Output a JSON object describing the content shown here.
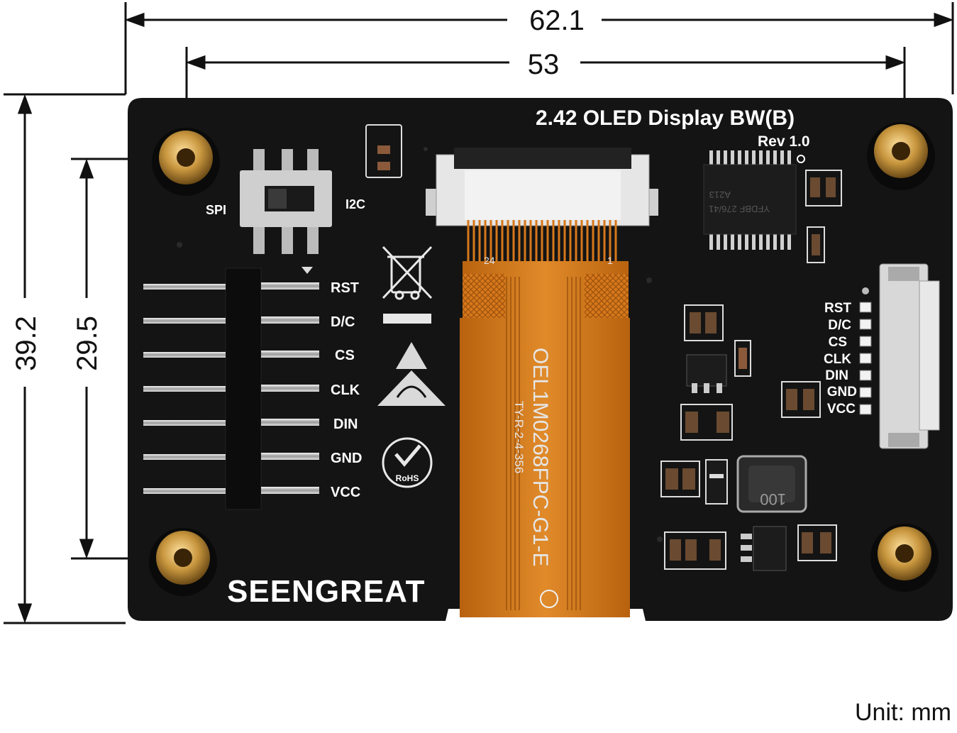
{
  "dimensions": {
    "overall_width": "62.1",
    "hole_spacing_x": "53",
    "overall_height": "39.2",
    "hole_spacing_y": "29.5",
    "unit_note": "Unit: mm"
  },
  "board": {
    "title": "2.42 OLED Display BW(B)",
    "revision": "Rev 1.0",
    "brand": "SEENGREAT",
    "switch_left_label": "SPI",
    "switch_right_label": "I2C",
    "fpc_text": "OEL1M0268FPC-G1-E",
    "fpc_subtext": "TY-R-2-4-356",
    "fpc_num_left": "24",
    "fpc_num_right": "1",
    "rohs_label": "RoHS",
    "ic_marking_1": "A213",
    "ic_marking_2": "YFDBF 276/41",
    "inductor_marking": "100",
    "left_pins": [
      "RST",
      "D/C",
      "CS",
      "CLK",
      "DIN",
      "GND",
      "VCC"
    ],
    "right_pins": [
      "RST",
      "D/C",
      "CS",
      "CLK",
      "DIN",
      "GND",
      "VCC"
    ]
  },
  "colors": {
    "board": "#141414",
    "fpc": "#d6781c",
    "brass": "#c8963e",
    "silkscreen": "#ffffff"
  }
}
